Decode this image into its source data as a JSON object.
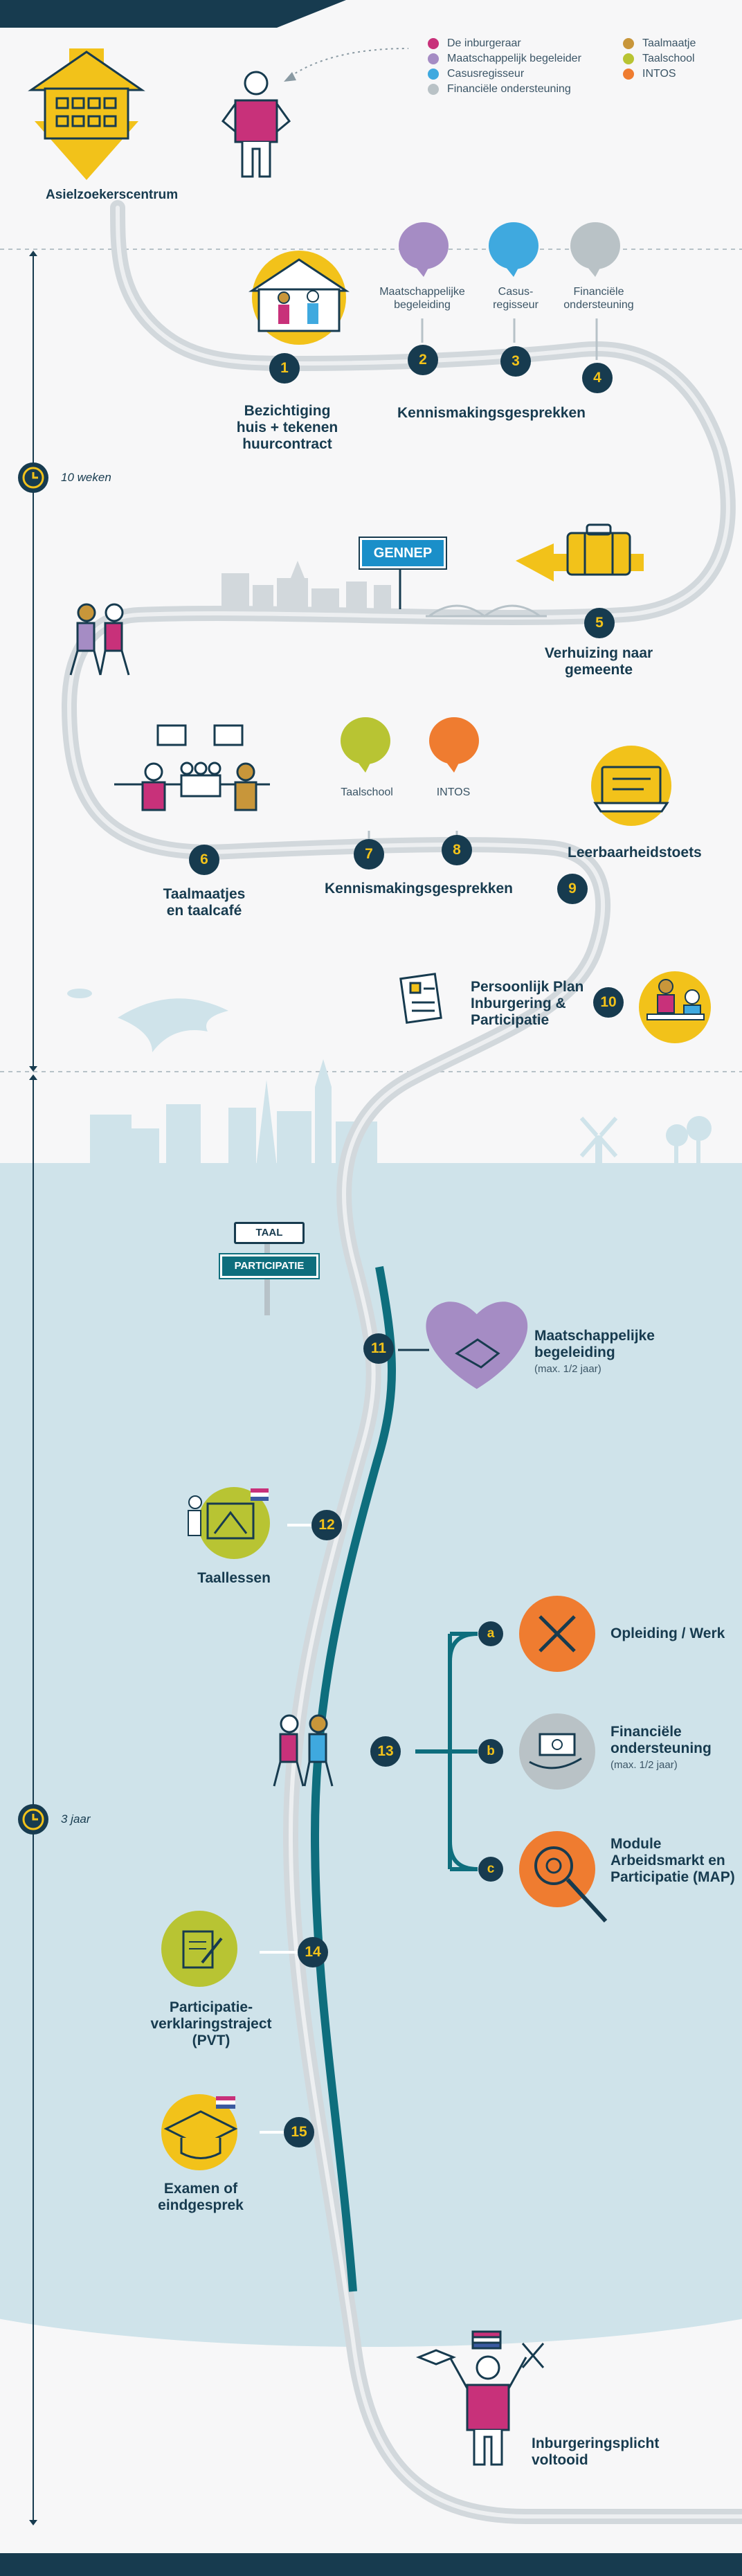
{
  "legend": {
    "items": [
      {
        "label": "De inburgeraar",
        "color": "#c8317a"
      },
      {
        "label": "Maatschappelijk begeleider",
        "color": "#a58cc4"
      },
      {
        "label": "Casusregisseur",
        "color": "#3fa9df"
      },
      {
        "label": "Financiële ondersteuning",
        "color": "#b9c2c6"
      },
      {
        "label": "Taalmaatje",
        "color": "#c8963a"
      },
      {
        "label": "Taalschool",
        "color": "#b8c433"
      },
      {
        "label": "INTOS",
        "color": "#ef7c30"
      }
    ]
  },
  "start": {
    "label": "Asielzoekerscentrum"
  },
  "timeline": {
    "phase1": "10 weken",
    "phase2": "3 jaar"
  },
  "steps": [
    {
      "num": "1",
      "label": "Bezichtiging huis + tekenen huurcontract"
    },
    {
      "num": "2",
      "label": "Maatschappelijke begeleiding"
    },
    {
      "num": "3",
      "label": "Casus-regisseur"
    },
    {
      "num": "4",
      "label": "Financiële ondersteuning"
    },
    {
      "num": "5",
      "label": "Verhuizing naar gemeente"
    },
    {
      "num": "6",
      "label": "Taalmaatjes en taalcafé"
    },
    {
      "num": "7",
      "label": "Taalschool"
    },
    {
      "num": "8",
      "label": "INTOS"
    },
    {
      "num": "9",
      "label": "Leerbaarheidstoets"
    },
    {
      "num": "10",
      "label": "Persoonlijk Plan Inburgering & Participatie"
    },
    {
      "num": "11",
      "label": "Maatschappelijke begeleiding",
      "sub": "(max. 1/2 jaar)"
    },
    {
      "num": "12",
      "label": "Taallessen"
    },
    {
      "num": "13",
      "label": ""
    },
    {
      "num": "14",
      "label": "Participatie-verklaringstraject (PVT)"
    },
    {
      "num": "15",
      "label": "Examen of eindgesprek"
    }
  ],
  "group_labels": {
    "kennismaking1": "Kennismakingsgesprekken",
    "kennismaking2": "Kennismakingsgesprekken"
  },
  "options": [
    {
      "letter": "a",
      "label": "Opleiding / Werk",
      "sub": ""
    },
    {
      "letter": "b",
      "label": "Financiële ondersteuning",
      "sub": "(max. 1/2 jaar)"
    },
    {
      "letter": "c",
      "label": "Module Arbeidsmarkt en Participatie (MAP)",
      "sub": ""
    }
  ],
  "signs": {
    "gennep": "GENNEP",
    "taal": "TAAL",
    "participatie": "PARTICIPATIE"
  },
  "end": {
    "label": "Inburgeringsplicht voltooid"
  },
  "colors": {
    "navy": "#173b4f",
    "yellow": "#f2c21a",
    "teal": "#0e6e7d",
    "road": "#d2d8dc",
    "lightblue": "#cfe3ea"
  }
}
